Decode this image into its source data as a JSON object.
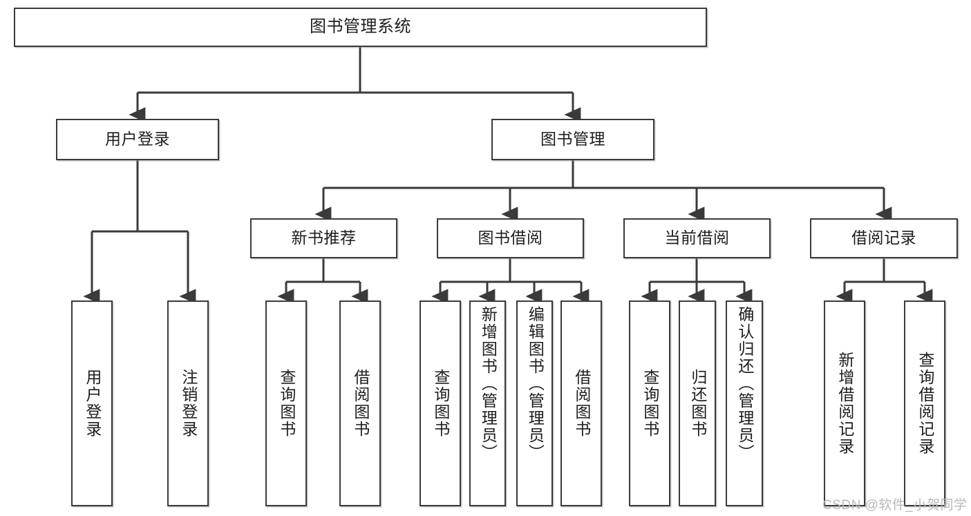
{
  "diagram": {
    "title": "图书管理系统",
    "type": "tree-hierarchy-chart",
    "colors": {
      "box_border": "#3a3a3a",
      "box_fill": "#ffffff",
      "edge": "#3a3a3a",
      "text": "#1d1d1d",
      "watermark": "#b9b9b9"
    },
    "root": {
      "label": "图书管理系统"
    },
    "level1": [
      {
        "label": "用户登录"
      },
      {
        "label": "图书管理"
      }
    ],
    "level2": [
      {
        "label": "新书推荐"
      },
      {
        "label": "图书借阅"
      },
      {
        "label": "当前借阅"
      },
      {
        "label": "借阅记录"
      }
    ],
    "leaves": {
      "user_login": [
        {
          "label": "用户登录"
        },
        {
          "label": "注销登录"
        }
      ],
      "new_book_recommend": [
        {
          "label": "查询图书"
        },
        {
          "label": "借阅图书"
        }
      ],
      "book_borrow": [
        {
          "label": "查询图书"
        },
        {
          "label": "新增图书（管理员）"
        },
        {
          "label": "编辑图书（管理员）"
        },
        {
          "label": "借阅图书"
        }
      ],
      "current_borrow": [
        {
          "label": "查询图书"
        },
        {
          "label": "归还图书"
        },
        {
          "label": "确认归还（管理员）"
        }
      ],
      "borrow_record": [
        {
          "label": "新增借阅记录"
        },
        {
          "label": "查询借阅记录"
        }
      ]
    },
    "watermark": "CSDN @软件_小贺同学"
  }
}
